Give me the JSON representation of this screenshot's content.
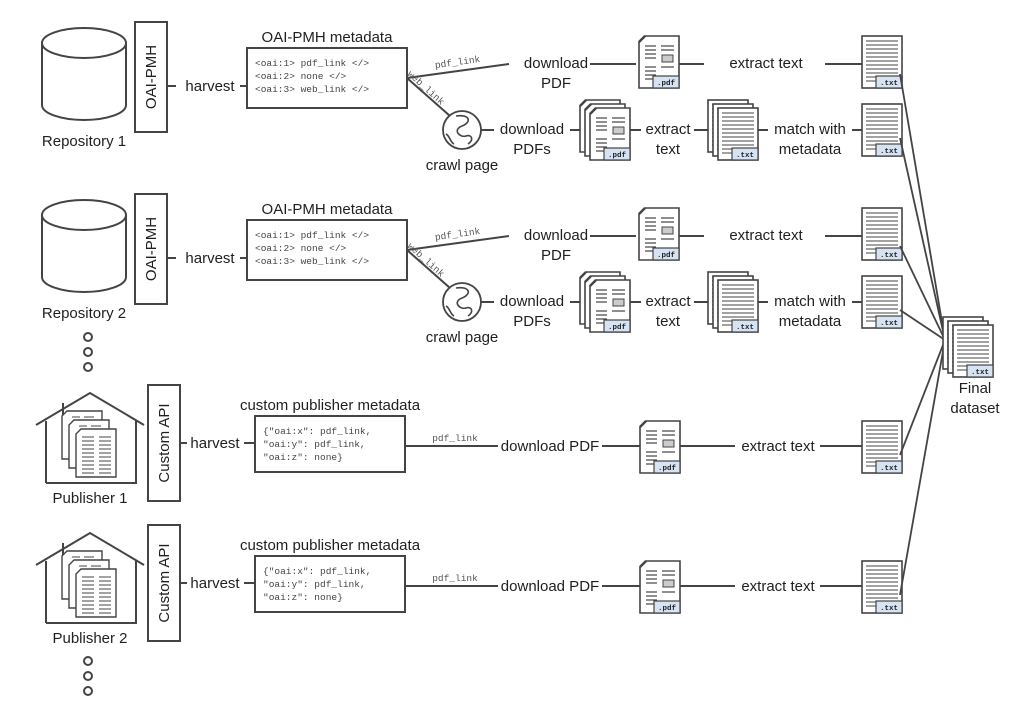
{
  "colors": {
    "stroke": "#444444",
    "text": "#1f1f1f",
    "file_tag_fill": "#d5e3f3",
    "background": "#ffffff"
  },
  "sources": [
    {
      "type": "repository",
      "icon": "database-icon",
      "label": "Repository 1",
      "api_label": "OAI-PMH",
      "harvest_label": "harvest",
      "metadata_title": "OAI-PMH metadata",
      "metadata_lines": [
        "<oai:1> pdf_link </>",
        "<oai:2> none </>",
        "<oai:3> web_link </>"
      ],
      "pdf_edge_label": "pdf_link",
      "web_edge_label": "web_link",
      "download_label": [
        "download",
        "PDF"
      ],
      "crawl_label": "crawl page",
      "download_many_label": [
        "download",
        "PDFs"
      ],
      "extract_label": "extract text",
      "extract_many_label": [
        "extract",
        "text"
      ],
      "match_label": [
        "match with",
        "metadata"
      ]
    },
    {
      "type": "repository",
      "icon": "database-icon",
      "label": "Repository 2",
      "api_label": "OAI-PMH",
      "harvest_label": "harvest",
      "metadata_title": "OAI-PMH metadata",
      "metadata_lines": [
        "<oai:1> pdf_link </>",
        "<oai:2> none </>",
        "<oai:3> web_link </>"
      ],
      "pdf_edge_label": "pdf_link",
      "web_edge_label": "web_link",
      "download_label": [
        "download",
        "PDF"
      ],
      "crawl_label": "crawl page",
      "download_many_label": [
        "download",
        "PDFs"
      ],
      "extract_label": "extract text",
      "extract_many_label": [
        "extract",
        "text"
      ],
      "match_label": [
        "match with",
        "metadata"
      ]
    },
    {
      "type": "publisher",
      "icon": "house-icon",
      "label": "Publisher 1",
      "api_label": "Custom API",
      "harvest_label": "harvest",
      "metadata_title": "custom publisher metadata",
      "metadata_lines": [
        "{\"oai:x\": pdf_link,",
        " \"oai:y\": pdf_link,",
        " \"oai:z\": none}"
      ],
      "pdf_edge_label": "pdf_link",
      "download_label": [
        "download PDF"
      ],
      "extract_label": "extract text"
    },
    {
      "type": "publisher",
      "icon": "house-icon",
      "label": "Publisher 2",
      "api_label": "Custom API",
      "harvest_label": "harvest",
      "metadata_title": "custom publisher metadata",
      "metadata_lines": [
        "{\"oai:x\": pdf_link,",
        " \"oai:y\": pdf_link,",
        " \"oai:z\": none}"
      ],
      "pdf_edge_label": "pdf_link",
      "download_label": [
        "download PDF"
      ],
      "extract_label": "extract text"
    }
  ],
  "file_tags": {
    "pdf": ".pdf",
    "txt": ".txt"
  },
  "final": {
    "label": [
      "Final",
      "dataset"
    ]
  },
  "ellipsis": "more sources"
}
